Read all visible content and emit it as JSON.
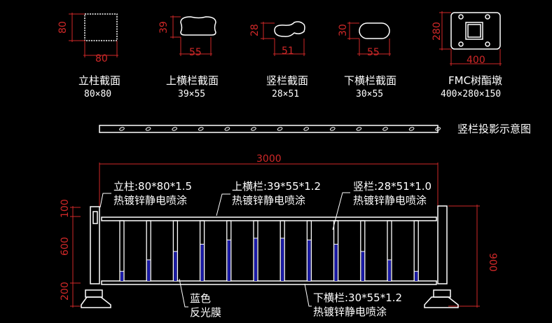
{
  "sections": [
    {
      "name": "立柱截面",
      "size": "80×80",
      "dim_h": "80",
      "dim_w": "80"
    },
    {
      "name": "上横栏截面",
      "size": "39×55",
      "dim_h": "39",
      "dim_w": "55"
    },
    {
      "name": "竖栏截面",
      "size": "28×51",
      "dim_h": "28",
      "dim_w": "51"
    },
    {
      "name": "下横栏截面",
      "size": "30×55",
      "dim_h": "30",
      "dim_w": "55"
    },
    {
      "name": "FMC树酯墩",
      "size": "400×280×150",
      "dim_h": "280",
      "dim_w": "400"
    }
  ],
  "projection_label": "竖栏投影示意图",
  "elevation": {
    "overall_length": "3000",
    "overall_height": "900",
    "dims_left": [
      "100",
      "600",
      "200"
    ],
    "callouts": {
      "post": [
        "立柱:80*80*1.5",
        "热镀锌静电喷涂"
      ],
      "top_rail": [
        "上横栏:39*55*1.2",
        "热镀锌静电喷涂"
      ],
      "baluster": [
        "竖栏:28*51*1.0",
        "热镀锌静电喷涂"
      ],
      "bottom_rail": [
        "下横栏:30*55*1.2",
        "热镀锌静电喷涂"
      ],
      "film": [
        "蓝色",
        "反光膜"
      ]
    },
    "baluster_fill_fractions": [
      0.16,
      0.35,
      0.49,
      0.61,
      0.68,
      0.71,
      0.71,
      0.68,
      0.61,
      0.49,
      0.35,
      0.16
    ],
    "film_color": "#1a1aa8"
  }
}
